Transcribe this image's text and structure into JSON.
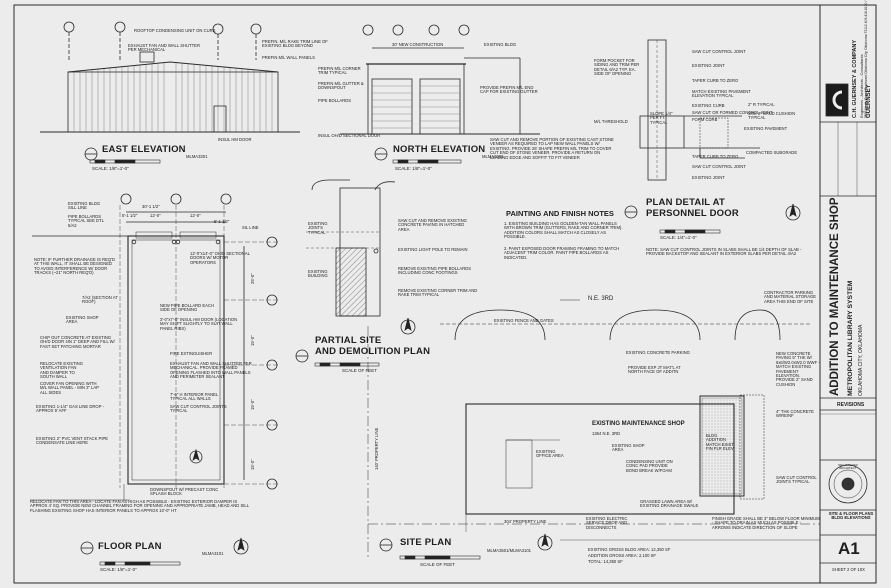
{
  "east_elevation": {
    "title": "EAST ELEVATION",
    "scale": "SCALE: 1/8\"=1'-0\"",
    "ref": "MLMA3301",
    "notes": [
      "ROOFTOP CONDENSING UNIT ON CURB",
      "EXHAUST FAN AND WALL SHUTTER PER MECHANICAL",
      "PREFIN. M/L RAKE TRIM LINE OF EXISTING BLDG BEYOND",
      "PREFIN M/L WALL PANELS",
      "PREFIN M/L CORNER TRIM TYPICAL",
      "PREFIN M/L GUTTER & DOWNSPOUT",
      "PIPE BOLLARDS",
      "INSUL HM DOOR",
      "INSUL OH/D SECTIONAL DOOR"
    ]
  },
  "north_elevation": {
    "title": "NORTH ELEVATION",
    "scale": "SCALE: 1/8\"=1'-0\"",
    "ref": "MLMA3302",
    "dim": "30' NEW CONSTRUCTION",
    "existing": "EXISTING BLDG",
    "notes": [
      "PROVIDE PREFIN M/L END CAP FOR EXISTING GUTTER",
      "SAW CUT AND REMOVE PORTION OF EXISTING CAST STONE VENEER AS REQUIRED TO LAP NEW WALL PANELS W/ EXISTING. PROVIDE 26' SHAPE PREFIN M/L TRIM TO COVER CUT END OF STONE VENEER. PROVIDE A RETURN ON LEADING EDGE AND SOFFIT TO FIT VENEER"
    ]
  },
  "plan_detail": {
    "title": "PLAN DETAIL AT",
    "title2": "PERSONNEL DOOR",
    "scale": "SCALE: 1/4\"=1'-0\"",
    "notes_left": [
      "FORM POCKET FOR SIDING AND TRIM PER DETAIL 6/A2 TYP. EA. SIDE OF OPENING",
      "M/L THRESHOLD",
      "SLOPE 1/4\" PER FT. TYPICAL"
    ],
    "notes_right": [
      "SAW CUT CONTROL JOINT",
      "EXISTING JOINT",
      "TAPER CURB TO ZERO",
      "MATCH EXISTING PAVEMENT ELEVATION TYPICAL",
      "EXISTING CURB",
      "SAW CUT OR FORMED CONTROL JOINT",
      "FORM CURB",
      "2\" R TYPICAL",
      "MIN. 2\" SAND CUSHION TYPICAL",
      "EXISTING PAVEMENT",
      "COMPACTED SUBGRADE",
      "TAPER CURB TO ZERO",
      "SAW CUT CONTROL JOINT",
      "EXISTING JOINT"
    ],
    "note": "NOTE: SAW CUT CONTROL JOINTS IN SLABS SHALL BE 1/4 DEPTH OF SLAB - PROVIDE BACKSTOP AND SEALANT IN EXTERIOR SLABS PER DETAIL 4/A2"
  },
  "painting_notes": {
    "title": "PAINTING AND FINISH NOTES",
    "items": [
      "1. EXISTING BUILDING HAS GOLDEN-TAN WALL PANELS WITH BROWN TRIM (GUTTERS, RAKE AND CORNER TRIM). ADDITION COLORS SHALL MATCH AS CLOSELY AS POSSIBLE.",
      "2. PAINT EXPOSED DOOR FRAMING FRAMING TO MATCH ADJACENT TRIM COLOR. PAINT PIPE BOLLARDS AS INDICATED."
    ]
  },
  "partial_site": {
    "title": "PARTIAL SITE",
    "title2": "AND DEMOLITION PLAN",
    "scale": "SCALE OF FEET",
    "notes": [
      "SAW CUT AND REMOVE EXISTING CONCRETE PAVING IN HATCHED AREA",
      "EXISTING LIGHT POLE TO REMAIN",
      "REMOVE EXISTING PIPE BOLLARDS INCLUDING CONC FOOTINGS",
      "REMOVE EXISTING CORNER TRIM AND RAKE TRIM TYPICAL",
      "EXISTING JOINTS TYPICAL",
      "EXISTING BUILDING"
    ]
  },
  "floor_plan": {
    "title": "FLOOR PLAN",
    "scale": "SCALE: 1/8\"=1'-0\"",
    "ref": "MLMA3101",
    "dims": [
      "30'-1 1/2\"",
      "5'-1 1/2\"",
      "12'-0\"",
      "12'-0\"",
      "5'-1 1/2\"",
      "25'-0\"",
      "15'-0\"",
      "15'-0\"",
      "15'-0\""
    ],
    "notes": [
      "EXISTING BLDG SILL LINE",
      "PIPE BOLLARDS TYPICAL SEE DTL 5/A2",
      "NOTE: IF FURTHER DRAINAGE IS REQ'D AT THIS WALL, IT SHALL BE DESIGNED TO AVOID INTERFERENCE W/ DOOR TRACKS (~21\" NORTH REQ'D)",
      "7/A2 (SECTION AT ROOF)",
      "EXISTING SHOP AREA",
      "CHIP OUT CONCRETE AT EXISTING OH/D DOOR 4IN 1\" DEEP AND FILL W/ FAST SET PATCHING MORTAR",
      "RELOCATE EXISTING VENTILATION FAN AND DAMPER TO SOUTH WALL",
      "COVER FAN OPENING WITH M/L WALL PANEL - MIN 3\" LAP ALL SIDES",
      "EXISTING 1-1/4\" GAS LINE DROP - APPROX 9' AFF",
      "EXISTING 2\" PVC VENT STACK PIPE CONDENSATE LINE HERE",
      "12'-0\"x14'-0\" OH/D SECTIONAL DOORS W/ MOTOR OPERATORS",
      "NEW PIPE BOLLARD EACH SIDE OF OPENING",
      "3'-0\"x7'-0\" INSUL HM DOOR (LOCATION MAY SHIFT SLIGHTLY TO SUIT WALL PANEL RIBS)",
      "FIRE EXTINGUISHER",
      "EXHAUST FAN AND WALL SHUTTER PER MECHANICAL. PROVIDE FRAMED OPENING FLASHED INTO WALL PANELS AND PERIMETER SEALANT",
      "7'-6\" H INTERIOR PANEL TYPICAL ALL WALLS",
      "SAW CUT CONTROL JOINTS TYPICAL",
      "DOWNSPOUT W/ PRECAST CONC SPLASH BLOCK",
      "SIL LINE"
    ],
    "bottom_note": "RELOCATE FAN TO THIS AREA - LOCATE FAN AS HIGH AS POSSIBLE - EXISTING EXTERIOR DAMPER IS APPROX 4' SQ. PROVIDE NEW CHANNEL FRAMING FOR OPENING AND APPROPRIATE JAMB, HEAD AND SILL FLASHING EXISTING SHOP HAS INTERIOR PANELS TO APPROX 10'-0\" HT"
  },
  "site_plan": {
    "title": "SITE PLAN",
    "scale": "SCALE OF FEET",
    "ref": "MLMA3501/MLMA3101",
    "street": "N.E. 3RD",
    "shop_label": "EXISTING MAINTENANCE SHOP",
    "address": "1364 N.E. 3RD",
    "notes": [
      "EXISTING FENCE AND GATES",
      "EXISTING CONCRETE PARKING",
      "PROVIDE EXP JT MAT'L AT NORTH FACE OF ADDITN",
      "CONTRACTOR PARKING AND MATERIAL STORAGE AREA THIS END OF SITE",
      "NEW CONCRETE PAVING 5\" THK W/ 6x6/W2.0xW2.0 WWF - MATCH EXISTING PAVEMENT ELEVATION. PROVIDE 2\" SAND CUSHION",
      "4\" THK CONCRETE W/REINF",
      "EXISTING OFFICE AREA",
      "EXISTING SHOP AREA",
      "CONDENSING UNIT ON CONC PAD PROVIDE BOND BREAK W/FOAM",
      "BLDG ADDITION MATCH EXIST FIN FLR ELEV",
      "SAW CUT CONTROL JOINTS TYPICAL",
      "GRASSED LAWN AREA W/ EXISTING DRAINAGE SWALE",
      "FINISH GRADE SHALL BE 3\" BELOW FLOOR MINIMUM - SHAPE TO DRAIN AS MUCH AS POSSIBLE - ARROWS INDICATE DIRECTION OF SLOPE",
      "EXISTING ELECTRIC SERVICE DROP AND DISCONNECTS",
      "304' PROPERTY LINE",
      "140' PROPERTY LINE"
    ],
    "areas": [
      "EXISTING GROSS BLDG AREA: 12,350 SF",
      "ADDITION GROSS AREA: 2,100 SF",
      "TOTAL: 14,350 SF"
    ]
  },
  "title_block": {
    "firm": "C.H. GUERNSEY & COMPANY",
    "firm_sub": "Engineers - Architects - Consultants",
    "firm_addr": "5555 North Grand Boulevard Oklahoma City, Oklahoma 73112 405.416.8100 / FX 405.416.8111",
    "brand": "GUERNSEY",
    "project": "ADDITION TO MAINTENANCE SHOP",
    "client": "METROPOLITAN LIBRARY SYSTEM",
    "location": "OKLAHOMA CITY, OKLAHOMA",
    "revisions": "REVISIONS",
    "sheet_title": "SITE & FLOOR PLANS BLDG ELEVATIONS",
    "sheet_no": "A1",
    "sheet_of": "SHEET 2 OF 10X",
    "seal": "REGISTERED ARCHITECT"
  },
  "colors": {
    "paper": "#ececec",
    "ink": "#222222",
    "hatch": "#555555"
  }
}
